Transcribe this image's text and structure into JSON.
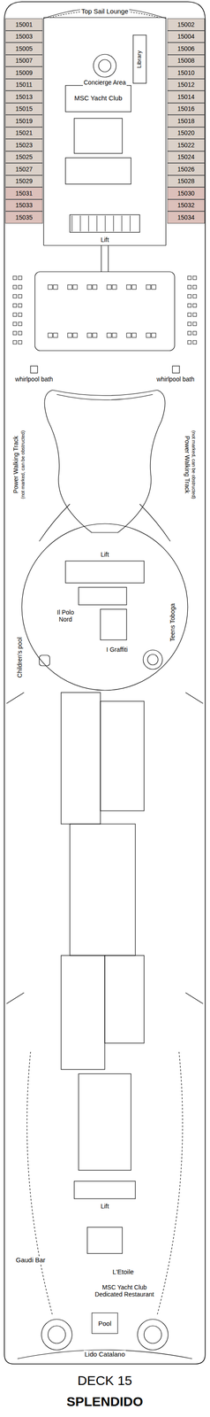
{
  "diagram": {
    "title": "DECK 15",
    "caption": "SPLENDIDO",
    "nodes": [
      {
        "text": [
          "15001"
        ]
      },
      {
        "text": [
          "15002"
        ]
      },
      {
        "text": [
          "15003"
        ]
      },
      {
        "text": [
          "15004"
        ]
      },
      {
        "text": [
          "15005"
        ]
      },
      {
        "text": [
          "15006"
        ]
      },
      {
        "text": [
          "15007"
        ]
      },
      {
        "text": [
          "15008"
        ]
      },
      {
        "text": [
          "15009"
        ]
      },
      {
        "text": [
          "15010"
        ]
      },
      {
        "text": [
          "15011"
        ]
      },
      {
        "text": [
          "15012"
        ]
      },
      {
        "text": [
          "15013"
        ]
      },
      {
        "text": [
          "15014"
        ]
      },
      {
        "text": [
          "15015"
        ]
      },
      {
        "text": [
          "15016"
        ]
      },
      {
        "text": [
          "15019"
        ]
      },
      {
        "text": [
          "15018"
        ]
      },
      {
        "text": [
          "15021"
        ]
      },
      {
        "text": [
          "15020"
        ]
      },
      {
        "text": [
          "15023"
        ]
      },
      {
        "text": [
          "15022"
        ]
      },
      {
        "text": [
          "15025"
        ]
      },
      {
        "text": [
          "15024"
        ]
      },
      {
        "text": [
          "15027"
        ]
      },
      {
        "text": [
          "15026"
        ]
      },
      {
        "text": [
          "15029"
        ]
      },
      {
        "text": [
          "15028"
        ]
      },
      {
        "text": [
          "15031"
        ]
      },
      {
        "text": [
          "15030"
        ]
      },
      {
        "text": [
          "15033"
        ]
      },
      {
        "text": [
          "15032"
        ]
      },
      {
        "text": [
          "15035"
        ]
      },
      {
        "text": [
          "15034"
        ]
      },
      {
        "text": [
          "Pool"
        ]
      }
    ],
    "labels": [
      "Top Sail Lounge",
      "Concierge Area",
      "Library",
      "MSC Yacht Club",
      "Lift",
      "whirlpool bath",
      "whirlpool bath",
      "Power Walking Track",
      "(not marked, can be obstructed)",
      "Power Walking Track",
      "(not marked, can be obstructed)",
      "Lift",
      "Il Polo Nord",
      "I Graffiti",
      "Children's pool",
      "Teens Toboga",
      "Lift",
      "Gaudi Bar",
      "L'Etoile",
      "MSC Yacht Club Dedicated Restaurant",
      "Lido Catalano"
    ]
  }
}
